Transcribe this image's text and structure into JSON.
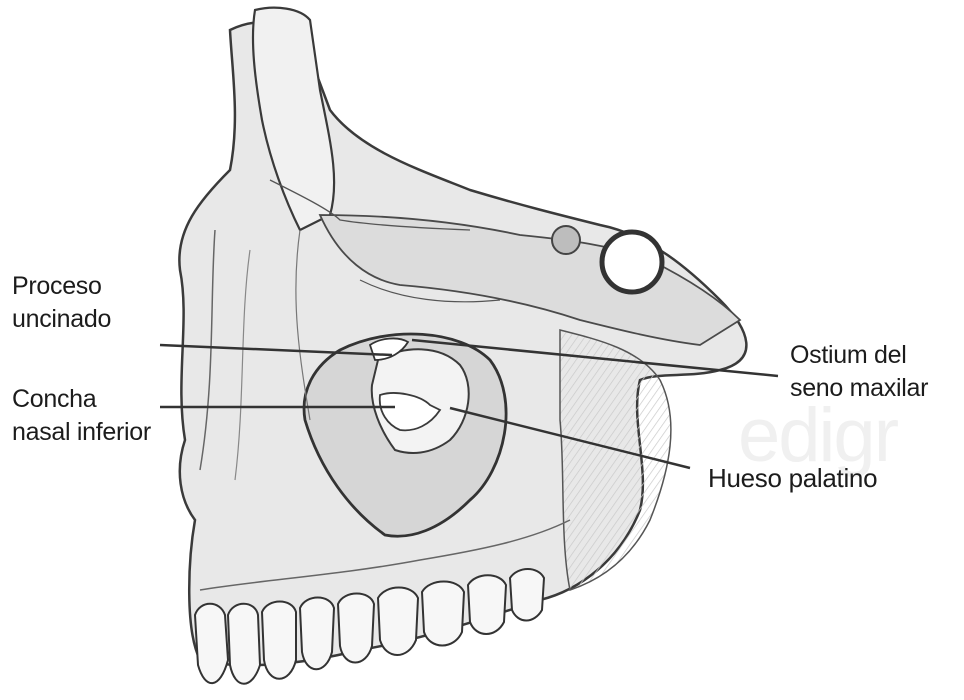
{
  "labels": {
    "proceso_uncinado": [
      "Proceso",
      "uncinado"
    ],
    "concha_nasal": [
      "Concha",
      "nasal inferior"
    ],
    "ostium": [
      "Ostium del",
      "seno maxilar"
    ],
    "hueso_palatino": "Hueso palatino"
  },
  "watermark": "edigr",
  "colors": {
    "background": "#ffffff",
    "bone_fill": "#e9e9e9",
    "bone_shade": "#cfcfcf",
    "outline": "#3a3a3a",
    "leader_line": "#333333"
  }
}
